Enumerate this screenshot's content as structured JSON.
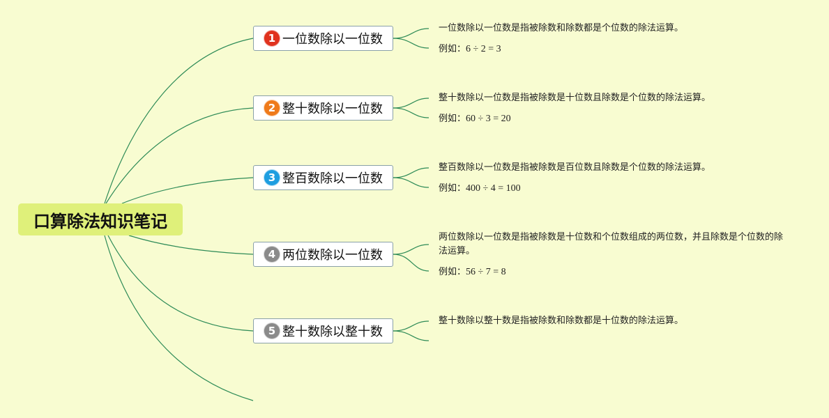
{
  "root": {
    "title": "口算除法知识笔记"
  },
  "colors": {
    "background": "#f8fcd1",
    "connector": "#2e8b57",
    "root_fill": "#dff07a"
  },
  "topics": [
    {
      "number": "1",
      "color": "#e0321e",
      "label": "一位数除以一位数",
      "desc": "一位数除以一位数是指被除数和除数都是个位数的除法运算。",
      "example_prefix": "例如：",
      "example": "6 ÷ 2 = 3"
    },
    {
      "number": "2",
      "color": "#ef7a1a",
      "label": "整十数除以一位数",
      "desc": "整十数除以一位数是指被除数是十位数且除数是个位数的除法运算。",
      "example_prefix": "例如：",
      "example": "60 ÷ 3 = 20"
    },
    {
      "number": "3",
      "color": "#1e9ee0",
      "label": "整百数除以一位数",
      "desc": "整百数除以一位数是指被除数是百位数且除数是个位数的除法运算。",
      "example_prefix": "例如：",
      "example": "400 ÷ 4 = 100"
    },
    {
      "number": "4",
      "color": "#8a8a8a",
      "label": "两位数除以一位数",
      "desc": "两位数除以一位数是指被除数是十位数和个位数组成的两位数，并且除数是个位数的除法运算。",
      "example_prefix": "例如：",
      "example": "56 ÷ 7 = 8"
    },
    {
      "number": "5",
      "color": "#8a8a8a",
      "label": "整十数除以整十数",
      "desc": "整十数除以整十数是指被除数和除数都是十位数的除法运算。"
    }
  ]
}
